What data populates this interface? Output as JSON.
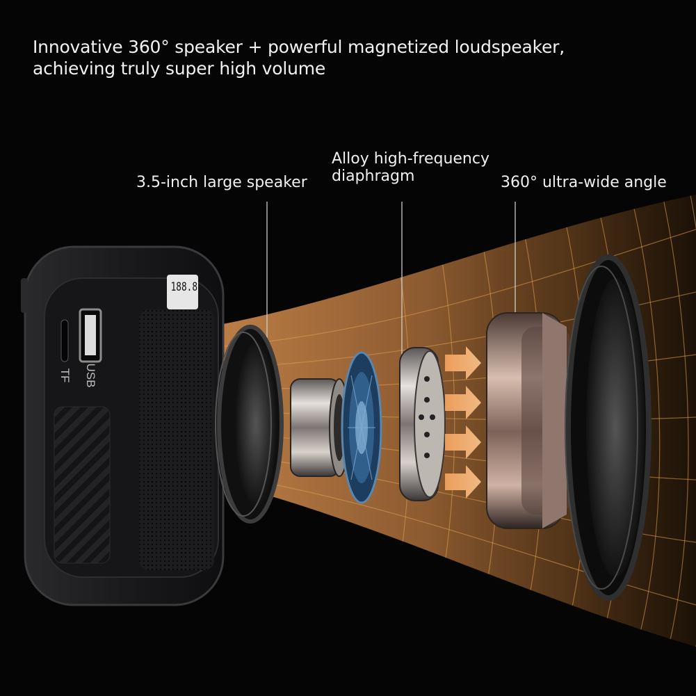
{
  "headline": {
    "line1": "Innovative 360° speaker + powerful magnetized loudspeaker,",
    "line2": "achieving truly super high volume"
  },
  "callouts": {
    "large_speaker": "3.5-inch large speaker",
    "diaphragm_line1": "Alloy high-frequency",
    "diaphragm_line2": "diaphragm",
    "wide_angle": "360° ultra-wide angle"
  },
  "device": {
    "display_reading": "188.8",
    "port_usb": "USB",
    "port_tf": "TF"
  },
  "colors": {
    "beam": "#d58a45",
    "grid": "#e1a14f",
    "background": "#050505",
    "text": "#f0f0f0",
    "metal": "#c9c2bd",
    "diaphragm_blue": "#2f5f8a"
  }
}
